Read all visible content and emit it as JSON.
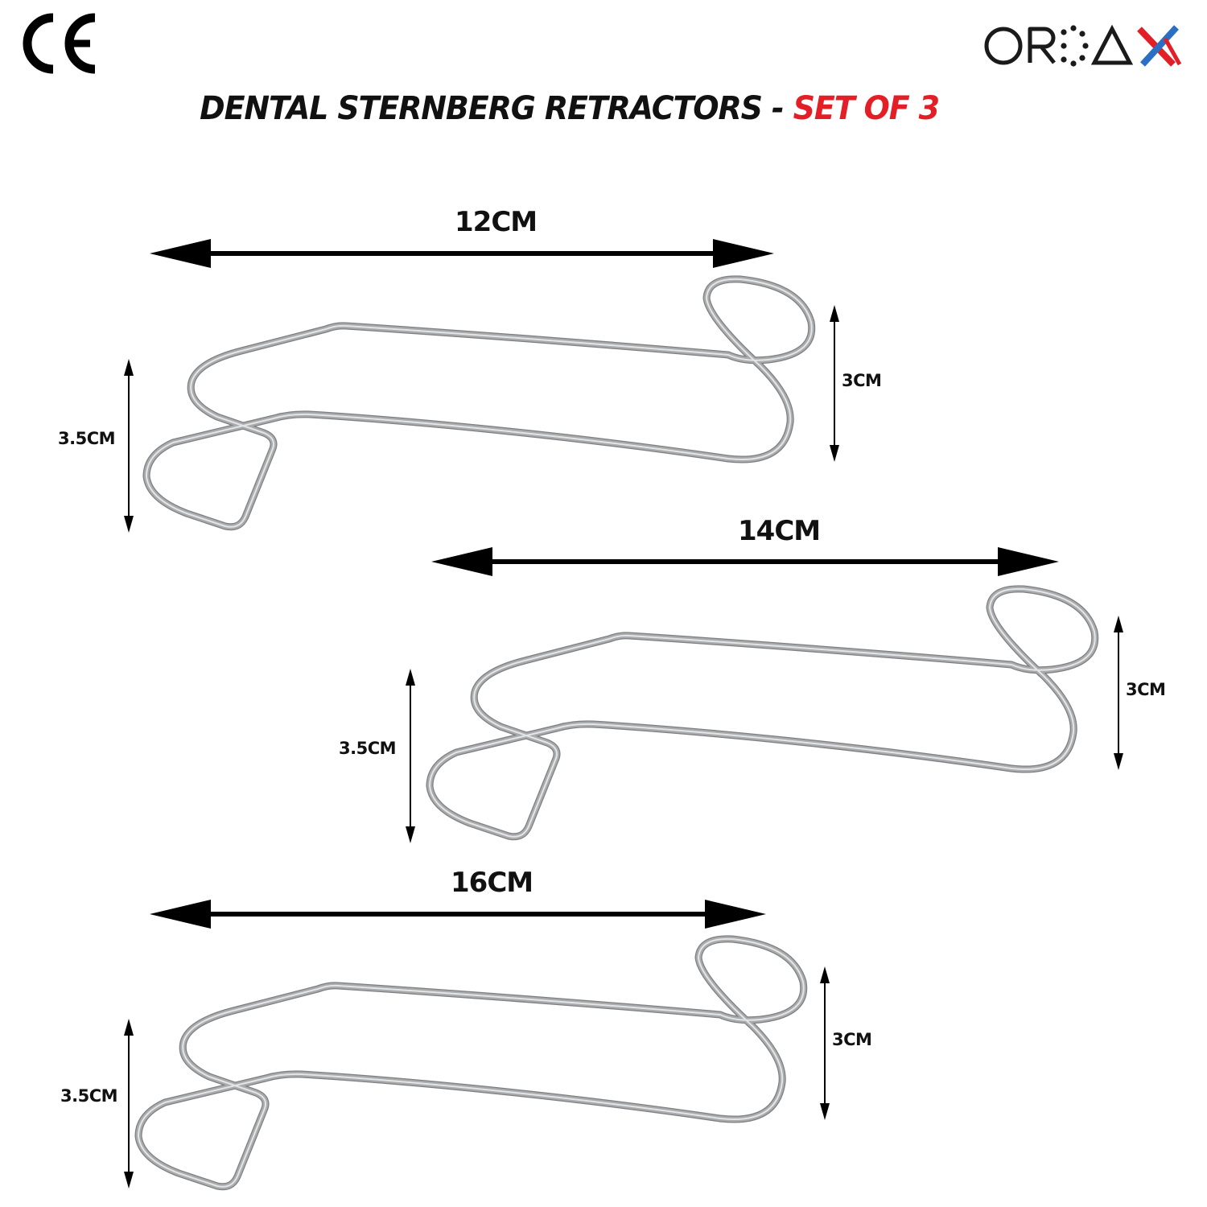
{
  "header": {
    "certification_mark": "CE",
    "brand": {
      "name": "ORDAX",
      "letters_left": "OR",
      "letters_right": "ΛX",
      "accent_colors": {
        "x_blue": "#2a6fc4",
        "x_red": "#e41e26"
      }
    }
  },
  "title": {
    "main": "DENTAL STERNBERG RETRACTORS - ",
    "accent": "SET OF 3",
    "accent_color": "#e41e26"
  },
  "products": [
    {
      "name": "retractor-12cm",
      "length_label": "12CM",
      "left_height_label": "3.5CM",
      "right_height_label": "3CM"
    },
    {
      "name": "retractor-14cm",
      "length_label": "14CM",
      "left_height_label": "3.5CM",
      "right_height_label": "3CM"
    },
    {
      "name": "retractor-16cm",
      "length_label": "16CM",
      "left_height_label": "3.5CM",
      "right_height_label": "3CM"
    }
  ],
  "colors": {
    "wire": "#a9abad",
    "wire_highlight": "#e4e5e6",
    "wire_shadow": "#7d7f82",
    "arrow": "#000000",
    "text": "#111111"
  }
}
